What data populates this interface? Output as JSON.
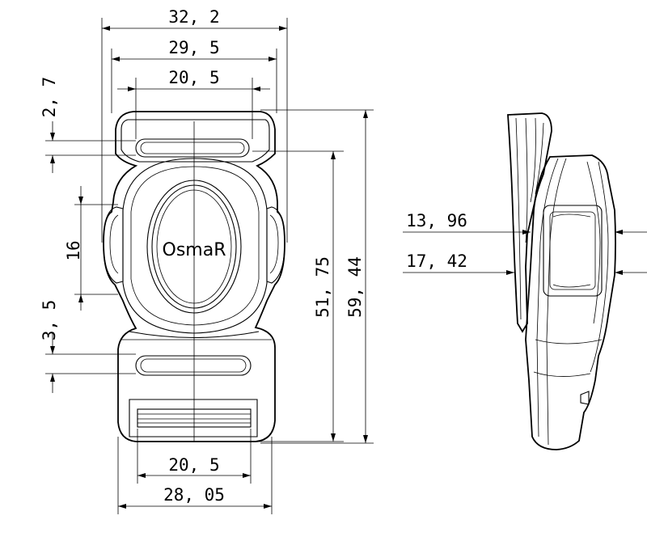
{
  "logo_text": "OsmaR",
  "dimensions": {
    "width_overall": "32, 2",
    "width_mid": "29, 5",
    "width_strap_top": "20, 5",
    "slot_top": "2, 7",
    "side_button": "16",
    "slot_bottom": "3, 5",
    "height_inner": "51, 75",
    "height_overall": "59, 44",
    "width_strap_bottom": "20, 5",
    "width_bottom": "28, 05",
    "thickness_a": "13, 96",
    "thickness_b": "17, 42"
  }
}
